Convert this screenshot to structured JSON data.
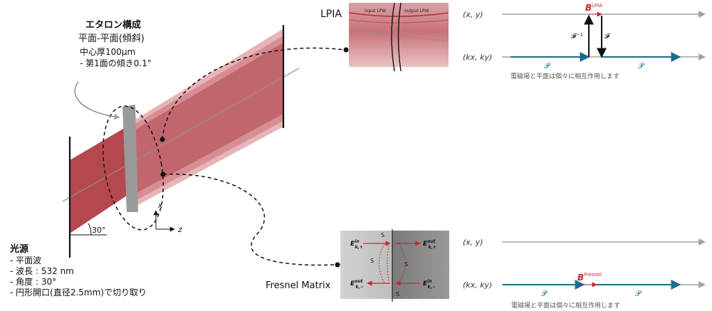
{
  "etalon": {
    "title": "エタロン構成",
    "type": "平面-平面(傾斜)",
    "items": [
      "中心厚100μm",
      "第1面の傾き0.1°"
    ]
  },
  "source": {
    "title": "光源",
    "items": [
      "平面波",
      "波長 : 532 nm",
      "角度 : 30°",
      "円形開口(直径2.5mm)で切り取り"
    ]
  },
  "angle_label": "30°",
  "axes": {
    "x": "x",
    "z": "z"
  },
  "lpia": {
    "label": "LPIA",
    "input_label": "input LPW",
    "output_label": "output LPW"
  },
  "fresnel_label": "Fresnel Matrix",
  "fresnel_fields": {
    "e_in_plus": "E",
    "e_out_plus": "E",
    "e_out_minus": "E",
    "e_in_minus": "E",
    "s_pp": "S",
    "s_mp": "S",
    "s_center": "S",
    "s_mm": "S",
    "sup_in": "in",
    "sup_out": "out",
    "sub_plus": "k,+",
    "sub_minus": "k,−"
  },
  "flow_top": {
    "real_space": "(x, y)",
    "k_space": "(kx, ky)",
    "operator": "B",
    "operator_sup": "LPIA",
    "inverse_ft": "𝓕⁻¹",
    "forward_ft": "𝓕",
    "propagator_left": "𝒫",
    "propagator_right": "𝒫",
    "caption": "電磁場と平面は個々に相互作用します"
  },
  "flow_bottom": {
    "real_space": "(x, y)",
    "k_space": "(kx, ky)",
    "operator": "B",
    "operator_sup": "Fresnel",
    "propagator_left": "𝒫",
    "propagator_right": "𝒫",
    "caption": "電磁場と平面は個々に相互作用します"
  },
  "colors": {
    "beam_dark": "#b5484f",
    "beam_mid": "#c86a70",
    "beam_light": "#e3a7aa",
    "prism": "#9a9a9a",
    "arrow_blue": "#1f6a8e",
    "operator_red": "#c8262e",
    "axis_gray": "#a0a0a0"
  }
}
